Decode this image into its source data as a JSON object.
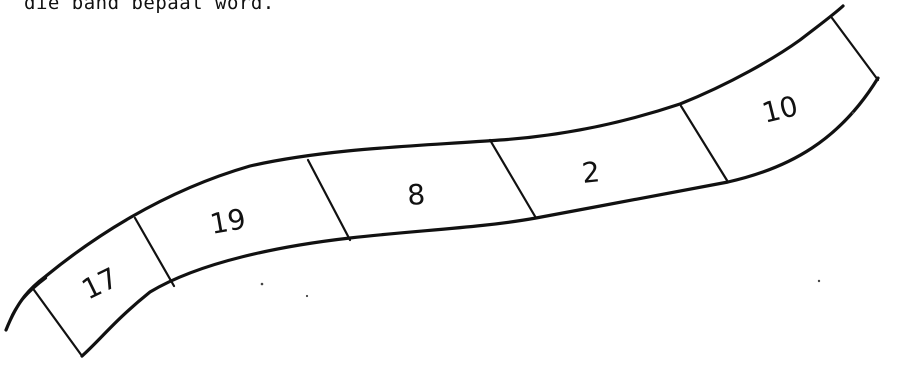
{
  "caption": "die band bepaal word.",
  "cells": [
    "17",
    "19",
    "8",
    "2",
    "10"
  ]
}
